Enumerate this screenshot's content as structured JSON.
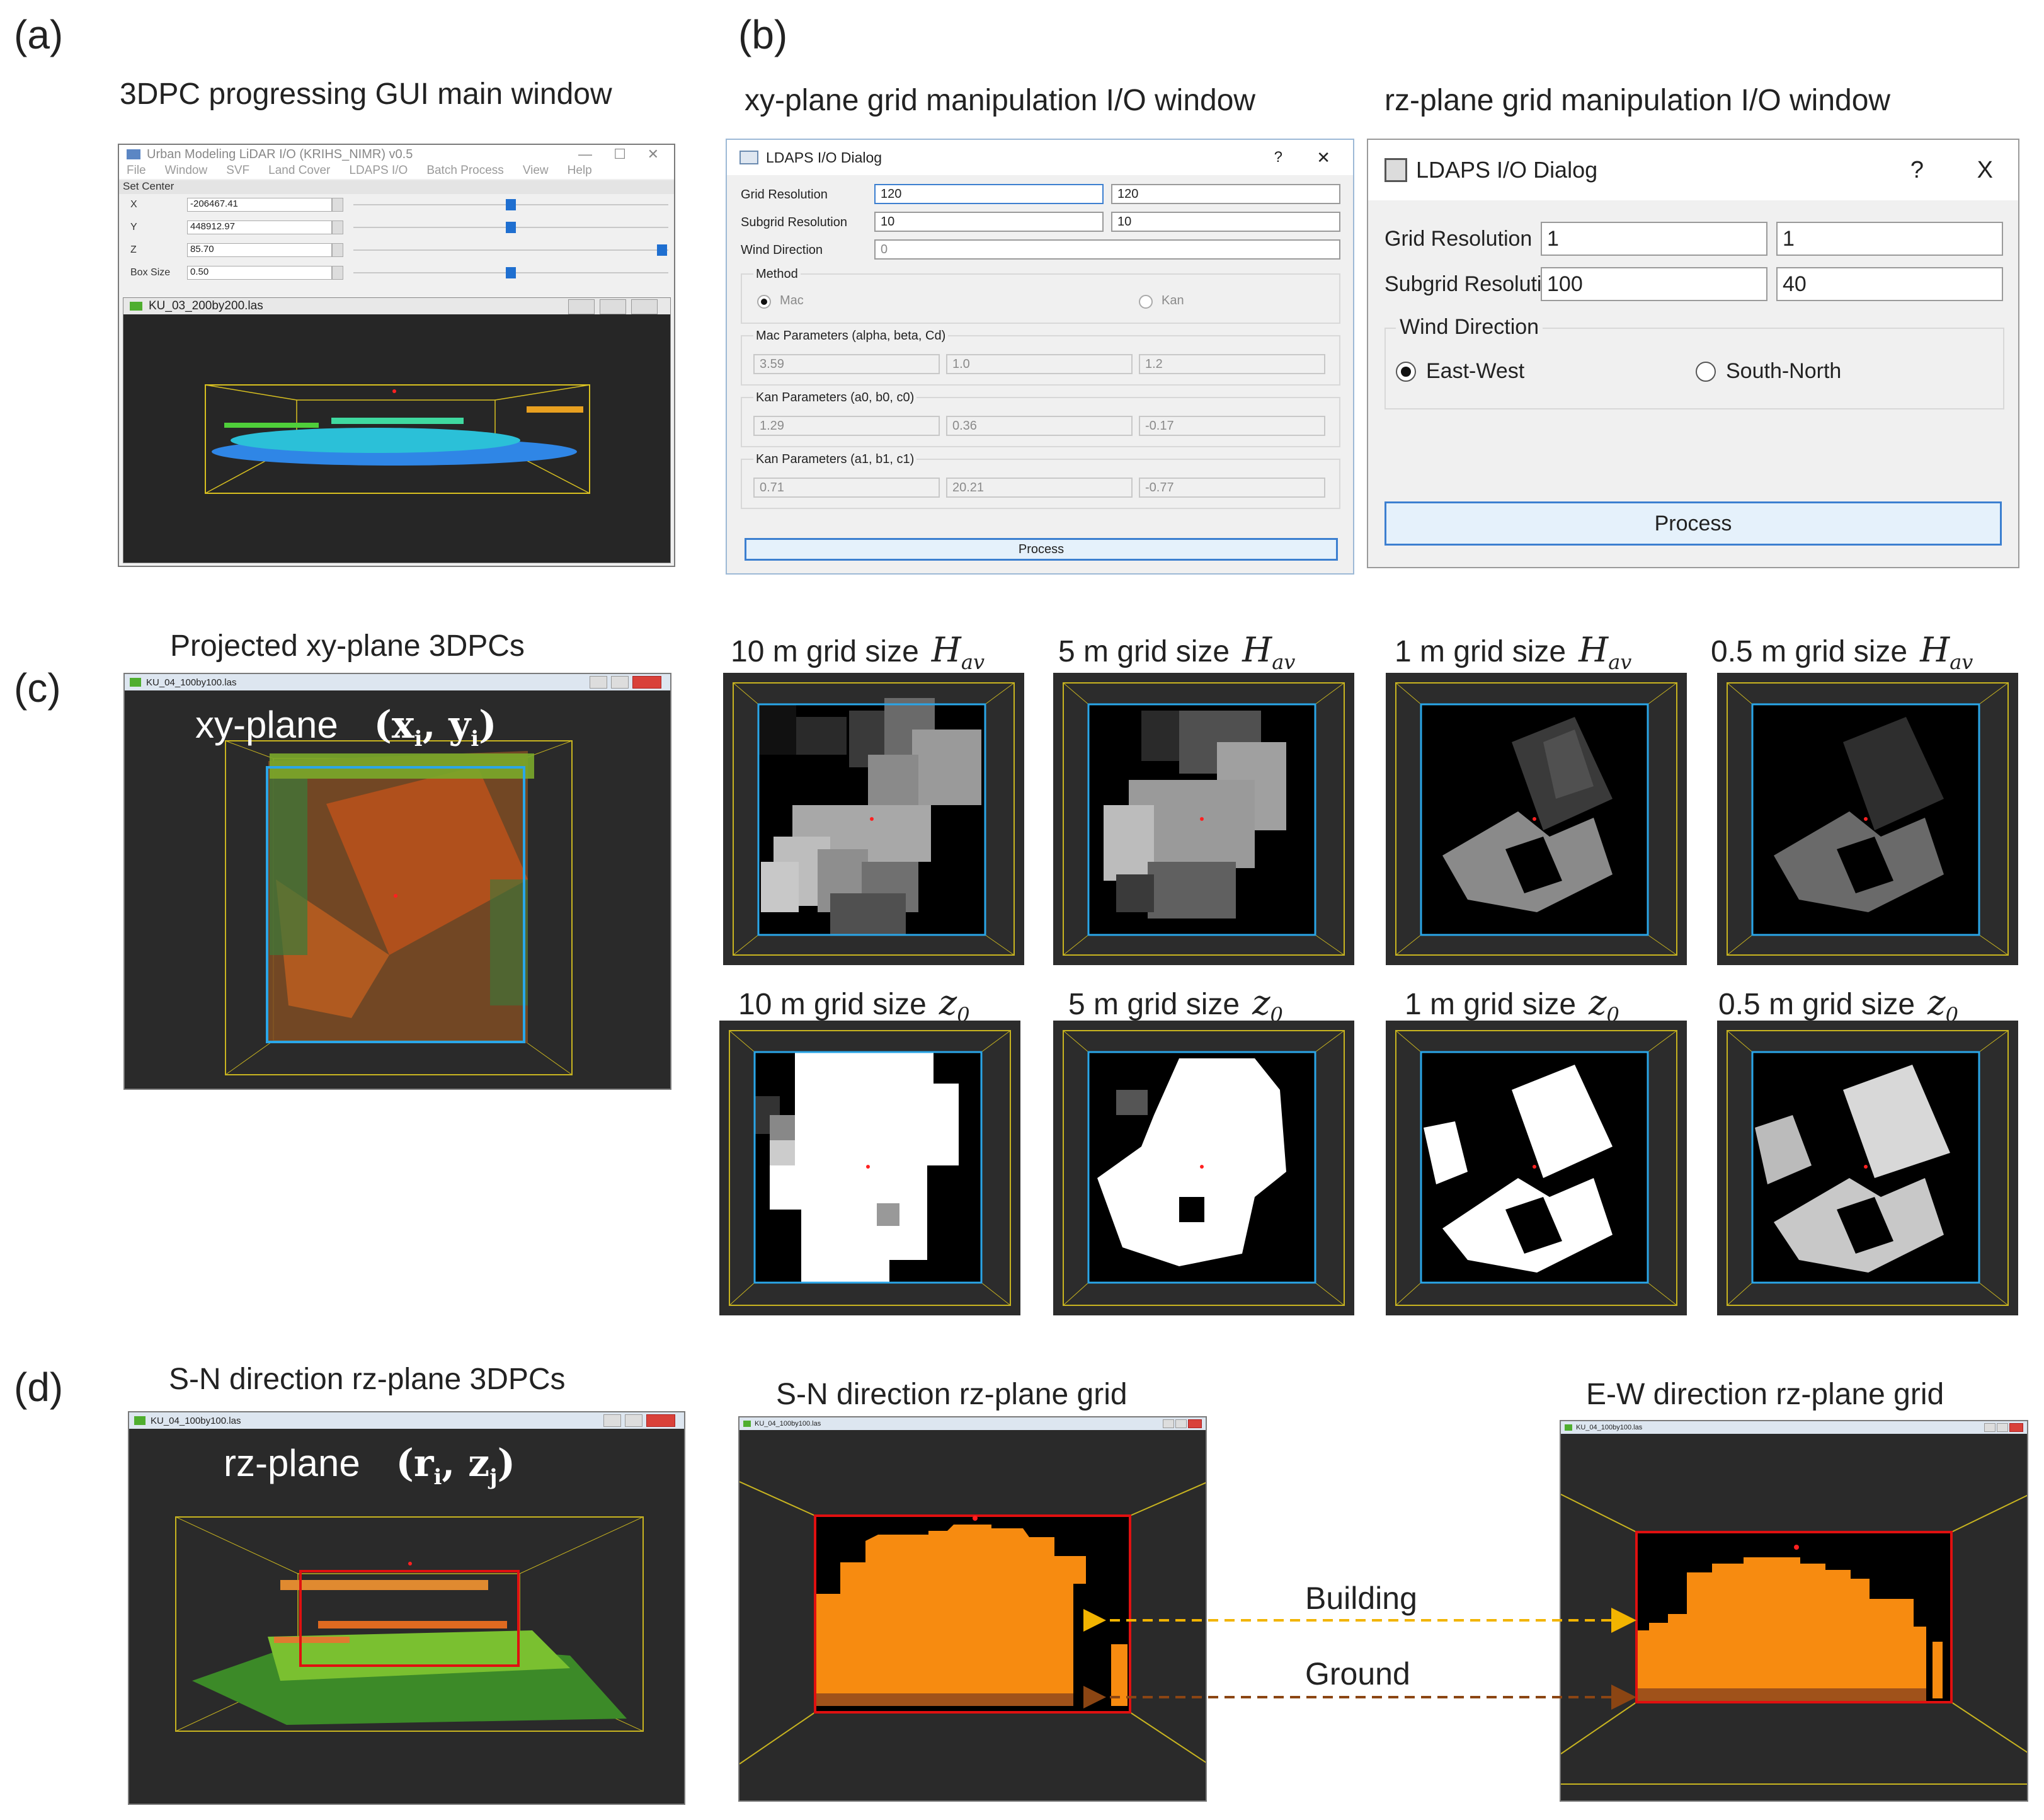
{
  "panel_labels": {
    "a": "(a)",
    "b": "(b)",
    "c": "(c)",
    "d": "(d)"
  },
  "captions": {
    "main_window": "3DPC progressing GUI main window",
    "xy_window": "xy-plane grid manipulation I/O window",
    "rz_window": "rz-plane grid manipulation I/O window",
    "projected_xy": "Projected xy-plane 3DPCs",
    "sn_rz": "S-N direction rz-plane 3DPCs",
    "sn_grid": "S-N direction rz-plane grid",
    "ew_grid": "E-W direction rz-plane grid"
  },
  "main_window": {
    "title": "Urban Modeling LiDAR I/O (KRIHS_NIMR) v0.5",
    "menu": [
      "File",
      "Window",
      "SVF",
      "Land Cover",
      "LDAPS I/O",
      "Batch Process",
      "View",
      "Help"
    ],
    "dock_title": "Set Center",
    "rows": [
      {
        "label": "X",
        "value": "-206467.41"
      },
      {
        "label": "Y",
        "value": "448912.97"
      },
      {
        "label": "Z",
        "value": "85.70"
      },
      {
        "label": "Box Size",
        "value": "0.50"
      }
    ],
    "slider_levels": [
      0.5,
      0.5,
      0.98,
      0.5
    ],
    "subwindow_title": "KU_03_200by200.las"
  },
  "xy_dialog": {
    "title": "LDAPS I/O Dialog",
    "help": "?",
    "close": "✕",
    "grid_resolution_label": "Grid Resolution",
    "grid_resolution": [
      "120",
      "120"
    ],
    "subgrid_resolution_label": "Subgrid Resolution",
    "subgrid_resolution": [
      "10",
      "10"
    ],
    "wind_direction_label": "Wind Direction",
    "wind_direction": "0",
    "method_label": "Method",
    "method_options": [
      "Mac",
      "Kan"
    ],
    "mac_label": "Mac Parameters (alpha, beta, Cd)",
    "mac_values": [
      "3.59",
      "1.0",
      "1.2"
    ],
    "kan0_label": "Kan Parameters (a0, b0, c0)",
    "kan0_values": [
      "1.29",
      "0.36",
      "-0.17"
    ],
    "kan1_label": "Kan Parameters (a1, b1, c1)",
    "kan1_values": [
      "0.71",
      "20.21",
      "-0.77"
    ],
    "process": "Process"
  },
  "rz_dialog": {
    "title": "LDAPS I/O Dialog",
    "help": "?",
    "close": "X",
    "grid_resolution_label": "Grid Resolution",
    "grid_resolution": [
      "1",
      "1"
    ],
    "subgrid_resolution_label": "Subgrid Resolution",
    "subgrid_resolution": [
      "100",
      "40"
    ],
    "wind_direction_label": "Wind Direction",
    "wind_options": [
      "East-West",
      "South-North"
    ],
    "wind_selected": "East-West",
    "process": "Process"
  },
  "xy_viewer": {
    "title": "KU_04_100by100.las",
    "label": "xy-plane",
    "coord_x": "x",
    "coord_y": "y",
    "coord_sub": "i"
  },
  "grid_panels": {
    "hav": [
      {
        "size": "10 m grid size",
        "var": "H",
        "sub": "av"
      },
      {
        "size": "5 m grid size",
        "var": "H",
        "sub": "av"
      },
      {
        "size": "1 m grid size",
        "var": "H",
        "sub": "av"
      },
      {
        "size": "0.5 m grid size",
        "var": "H",
        "sub": "av"
      }
    ],
    "z0": [
      {
        "size": "10 m grid size",
        "var": "z",
        "sub": "0"
      },
      {
        "size": "5 m grid size",
        "var": "z",
        "sub": "0"
      },
      {
        "size": "1 m grid size",
        "var": "z",
        "sub": "0"
      },
      {
        "size": "0.5 m grid size",
        "var": "z",
        "sub": "0"
      }
    ]
  },
  "rz_viewer": {
    "title": "KU_04_100by100.las",
    "label": "rz-plane",
    "coord_r": "r",
    "coord_r_sub": "i",
    "coord_z": "z",
    "coord_z_sub": "j"
  },
  "sn_grid_title": "KU_04_100by100.las",
  "ew_grid_title": "KU_04_100by100.las",
  "arrows": {
    "building": "Building",
    "ground": "Ground"
  },
  "colors": {
    "building": "#f78b10",
    "ground": "#a0521a",
    "frame": "#e01010",
    "building_arrow": "#f2b400",
    "ground_arrow": "#8b4513",
    "grid_box": "#2aa6e8"
  }
}
